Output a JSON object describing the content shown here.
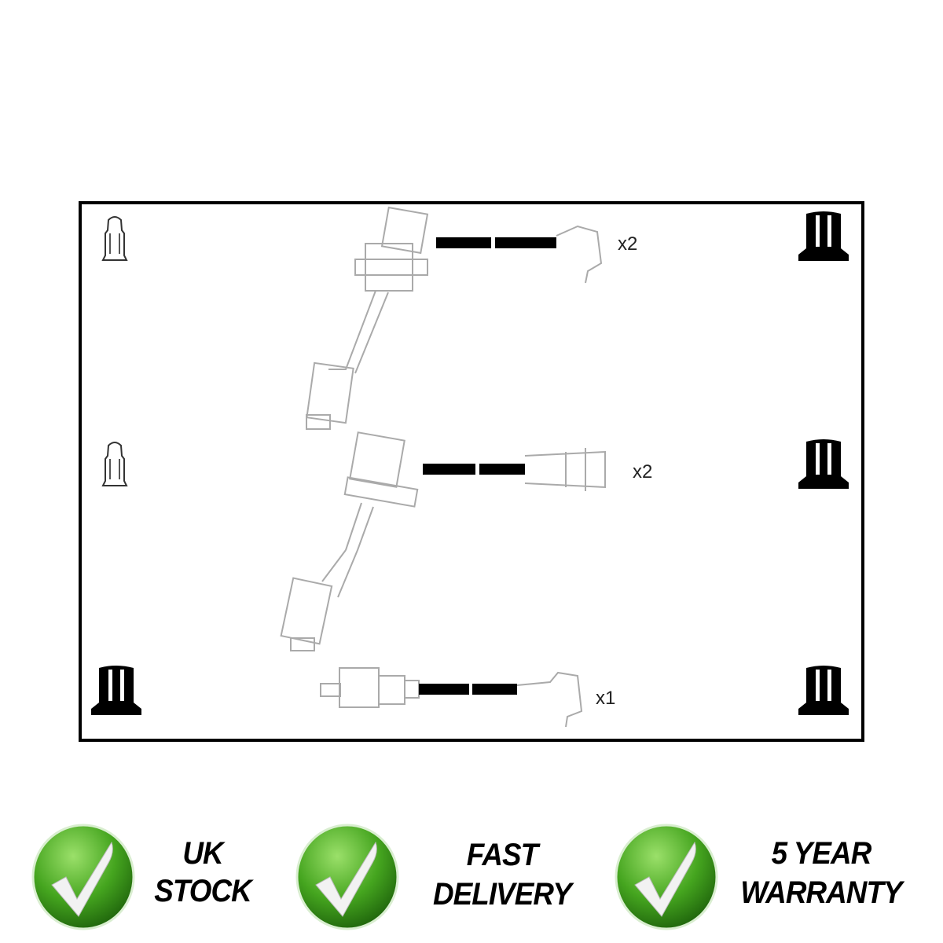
{
  "diagram": {
    "quantities": [
      "x2",
      "x2",
      "x1"
    ]
  },
  "badges": [
    {
      "icon": "check-icon",
      "line1": "UK",
      "line2": "STOCK"
    },
    {
      "icon": "check-icon",
      "line1": "FAST",
      "line2": "DELIVERY"
    },
    {
      "icon": "check-icon",
      "line1": "5 YEAR",
      "line2": "WARRANTY"
    }
  ],
  "colors": {
    "badge_green": "#3f9a1e",
    "cable": "#000000",
    "line_art": "#bbbbbb"
  }
}
